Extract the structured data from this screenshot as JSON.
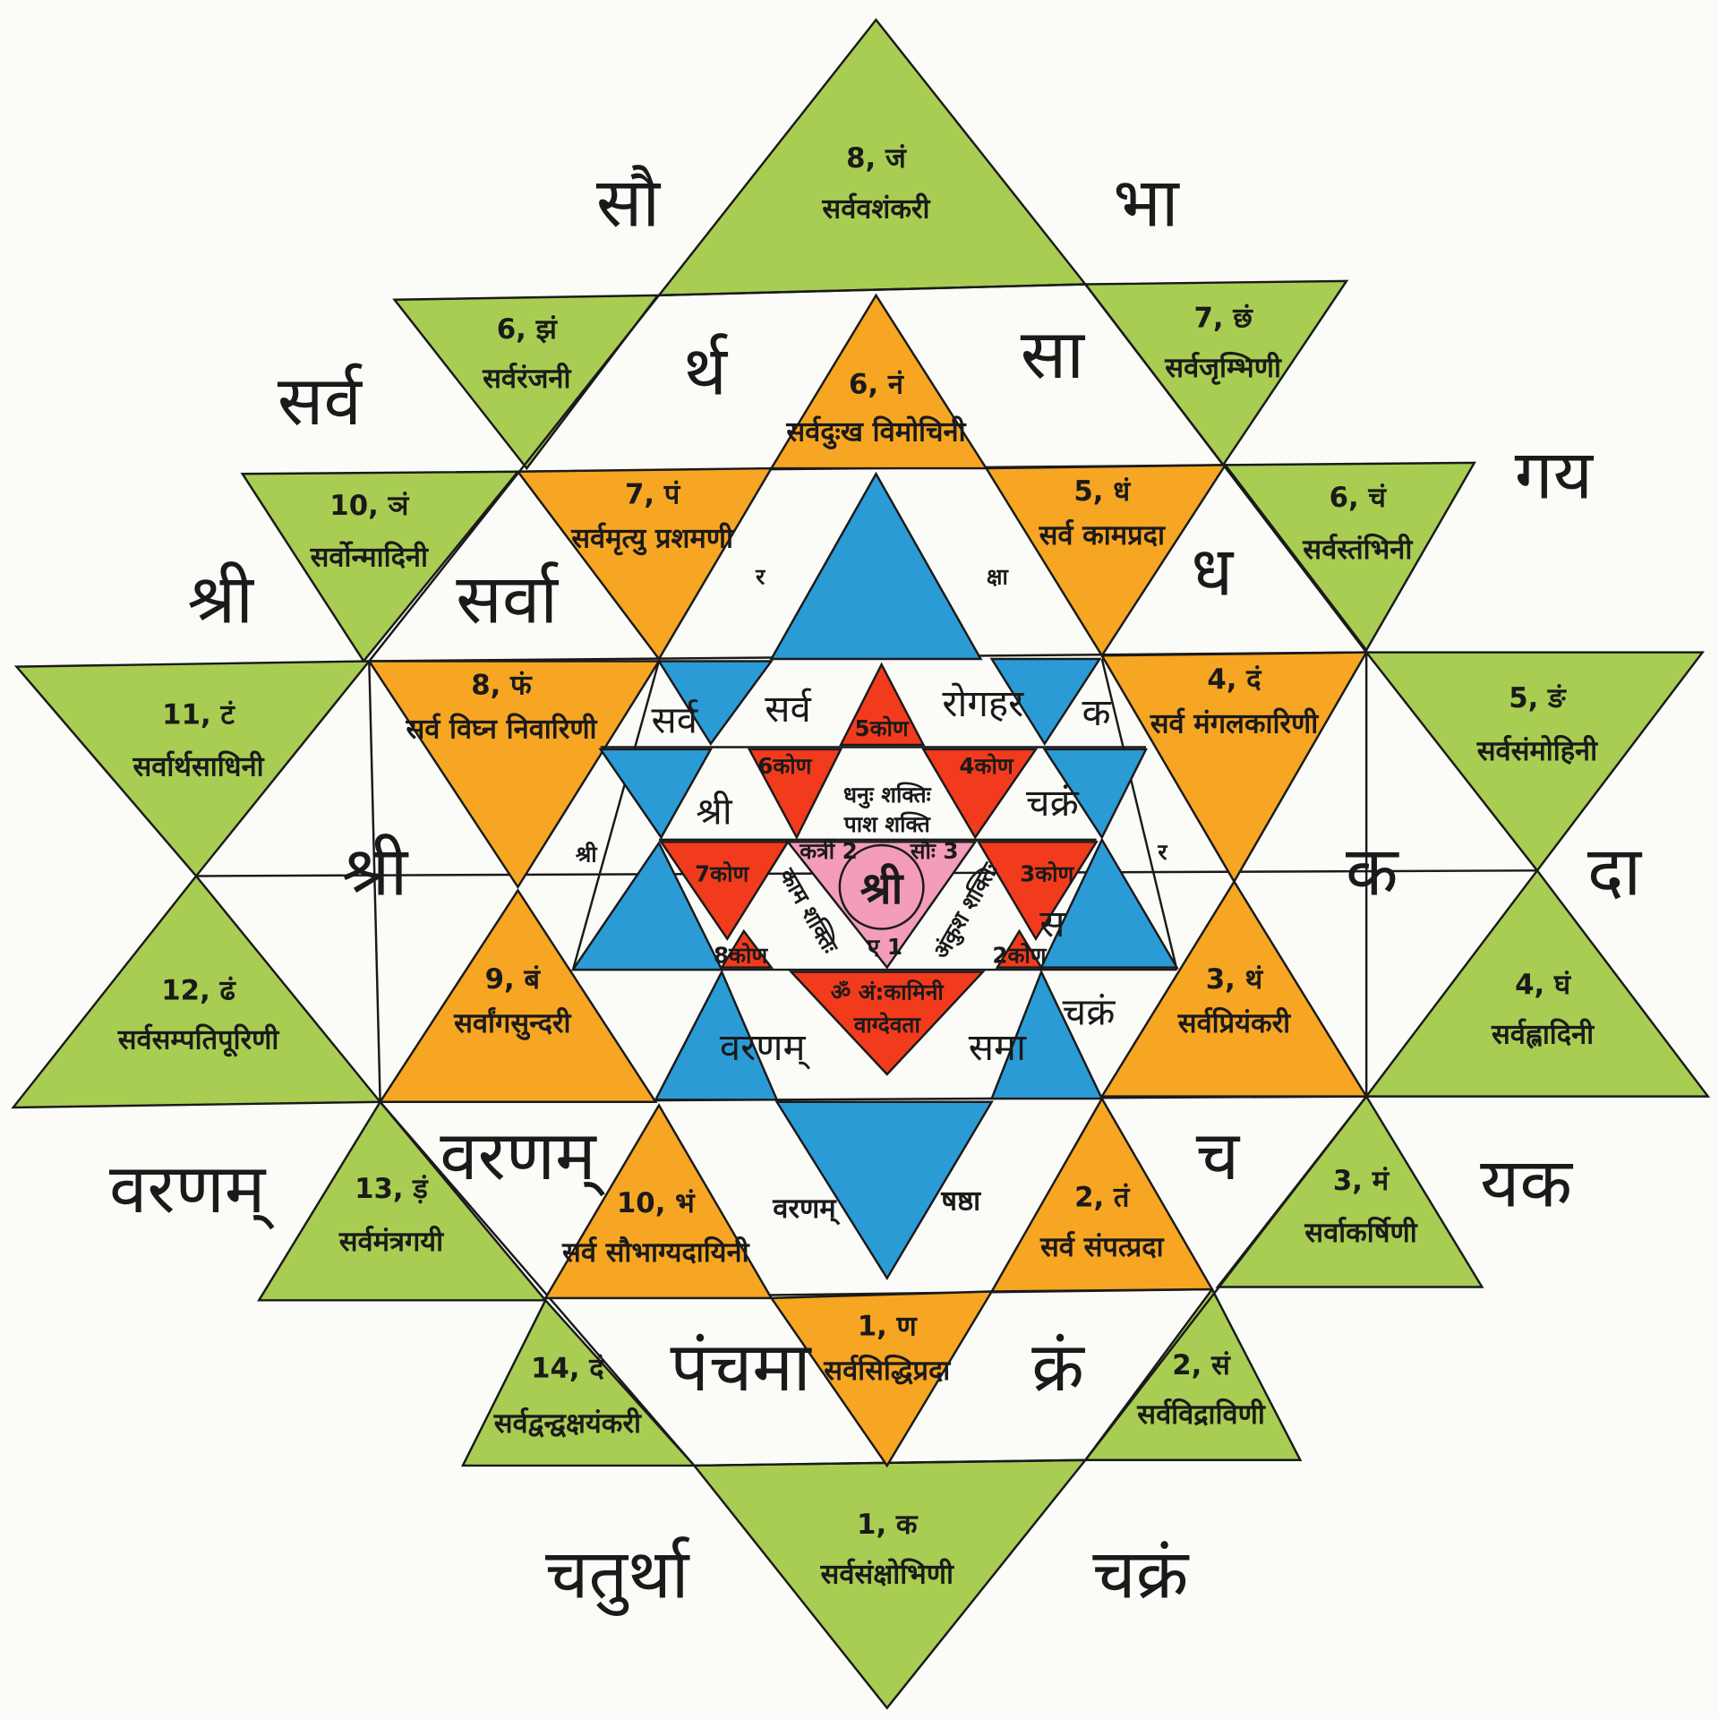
{
  "colors": {
    "green": "#a9cd52",
    "orange": "#f6a623",
    "blue": "#2b9bd6",
    "red": "#f23b1c",
    "pink": "#f39cbc"
  },
  "green_triangles": [
    {
      "num": "8, जं",
      "name": "सर्ववशंकरी"
    },
    {
      "num": "6, झं",
      "name": "सर्वरंजनी"
    },
    {
      "num": "7, छं",
      "name": "सर्वजृम्भिणी"
    },
    {
      "num": "10, ञं",
      "name": "सर्वोन्मादिनी"
    },
    {
      "num": "6, चं",
      "name": "सर्वस्तंभिनी"
    },
    {
      "num": "11, टं",
      "name": "सर्वार्थसाधिनी"
    },
    {
      "num": "5, ङं",
      "name": "सर्वसंमोहिनी"
    },
    {
      "num": "12, ढं",
      "name": "सर्वसम्पतिपूरिणी"
    },
    {
      "num": "4, घं",
      "name": "सर्वह्लादिनी"
    },
    {
      "num": "13, ड़ं",
      "name": "सर्वमंत्रगयी"
    },
    {
      "num": "3, मं",
      "name": "सर्वाकर्षिणी"
    },
    {
      "num": "14, दं",
      "name": "सर्वद्वन्द्वक्षयंकरी"
    },
    {
      "num": "2, सं",
      "name": "सर्वविद्राविणी"
    },
    {
      "num": "1, क",
      "name": "सर्वसंक्षोभिणी"
    }
  ],
  "orange_triangles": [
    {
      "num": "6, नं",
      "name": "सर्वदुःख विमोचिनी"
    },
    {
      "num": "7, पं",
      "name": "सर्वमृत्यु प्रशमणी"
    },
    {
      "num": "5, धं",
      "name": "सर्व कामप्रदा"
    },
    {
      "num": "8, फं",
      "name": "सर्व विघ्न निवारिणी"
    },
    {
      "num": "4, दं",
      "name": "सर्व मंगलकारिणी"
    },
    {
      "num": "9, बं",
      "name": "सर्वांगसुन्दरी"
    },
    {
      "num": "3, थं",
      "name": "सर्वप्रियंकरी"
    },
    {
      "num": "10, भं",
      "name": "सर्व सौभाग्यदायिनी"
    },
    {
      "num": "2, तं",
      "name": "सर्व संपत्प्रदा"
    },
    {
      "num": "1, ण",
      "name": "सर्वसिद्धिप्रदा"
    }
  ],
  "words": [
    "सौ",
    "भा",
    "सर्व",
    "र्थ",
    "सा",
    "गय",
    "श्री",
    "सर्वा",
    "र",
    "क्षा",
    "ध",
    "सर्व",
    "सर्व",
    "रोगहर",
    "क",
    "श्री",
    "चक्रं",
    "श्री",
    "श्री",
    "र",
    "क",
    "दा",
    "स",
    "वरणम्",
    "वरणम्",
    "वरणम्",
    "समा",
    "चक्रं",
    "च",
    "यक",
    "वरणम्",
    "षष्ठा",
    "पंचमा",
    "क्रं",
    "चतुर्था",
    "चक्रं"
  ],
  "red_triangles": [
    "5कोण",
    "6कोण",
    "4कोण",
    "7कोण",
    "3कोण",
    "8कोण",
    "2कोण"
  ],
  "inner": {
    "upper_line1": "धनुः शक्तिः",
    "upper_line2": "पाश शक्ति",
    "left_shakti": "काम शक्तिः",
    "right_shakti": "अंकुश शक्तिः",
    "corner_left": "कर्त्री 2",
    "corner_right": "सौः 3",
    "corner_bottom": "ए 1",
    "bindu": "श्री",
    "bottom_line1": "ॐ अं:कामिनी",
    "bottom_line2": "वाग्देवता"
  }
}
